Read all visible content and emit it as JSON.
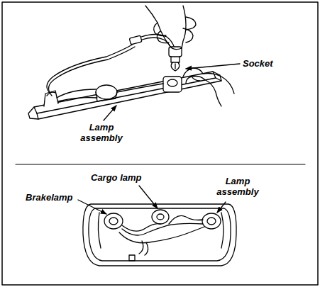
{
  "diagram": {
    "labels": [
      "Socket",
      "Lamp assembly",
      "Cargo lamp",
      "Lamp assembly",
      "Brakelamp"
    ]
  }
}
